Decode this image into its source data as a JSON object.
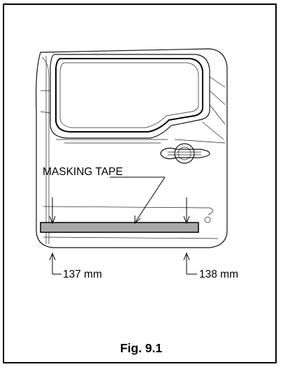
{
  "figure": {
    "caption": "Fig. 9.1",
    "callout_label": "MASKING TAPE",
    "dimension_left": "137 mm",
    "dimension_right": "138 mm",
    "tape_color": "#a9a9a9"
  }
}
